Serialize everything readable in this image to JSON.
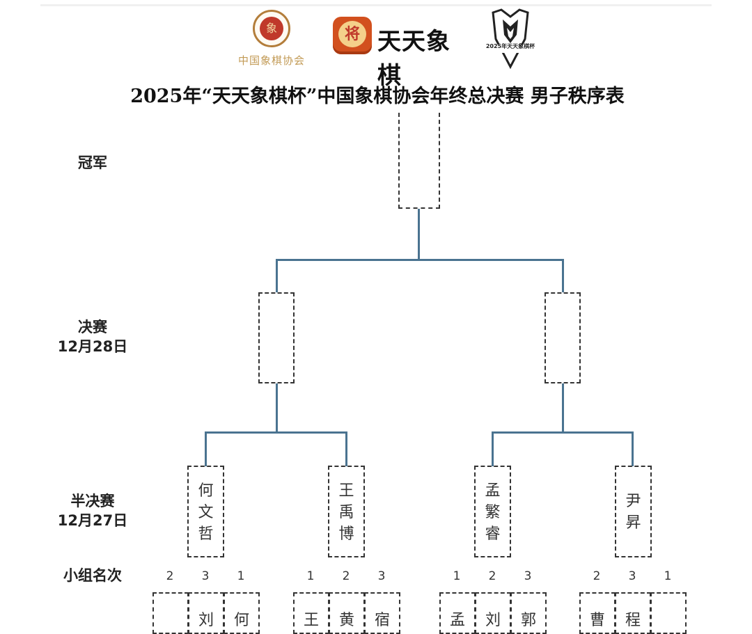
{
  "logos": {
    "cxa_emblem_char": "象",
    "cxa_name": "中国象棋协会",
    "app_piece_char": "将",
    "app_name": "天天象棋",
    "cup_year": "2025年天天象棋杯"
  },
  "title": "2025年“天天象棋杯”中国象棋协会年终总决赛  男子秩序表",
  "rounds": {
    "champion": {
      "label": "冠军"
    },
    "final": {
      "label": "决赛",
      "date": "12月28日"
    },
    "semifinal": {
      "label": "半决赛",
      "date": "12月27日"
    },
    "group_rank": {
      "label": "小组名次"
    }
  },
  "semifinalists": [
    {
      "name": [
        "何",
        "文",
        "哲"
      ]
    },
    {
      "name": [
        "王",
        "禹",
        "博"
      ]
    },
    {
      "name": [
        "孟",
        "繁",
        "睿"
      ]
    },
    {
      "name": [
        "尹",
        "昇"
      ]
    }
  ],
  "groups": [
    {
      "ranks": [
        "2",
        "3",
        "1"
      ],
      "names": [
        "",
        "刘",
        "何"
      ]
    },
    {
      "ranks": [
        "1",
        "2",
        "3"
      ],
      "names": [
        "王",
        "黄",
        "宿"
      ]
    },
    {
      "ranks": [
        "1",
        "2",
        "3"
      ],
      "names": [
        "孟",
        "刘",
        "郭"
      ]
    },
    {
      "ranks": [
        "2",
        "3",
        "1"
      ],
      "names": [
        "曹",
        "程",
        ""
      ]
    }
  ],
  "colors": {
    "bracket_line": "#4a7390",
    "box_border": "#333333",
    "cxa_gold": "#c29a55"
  }
}
